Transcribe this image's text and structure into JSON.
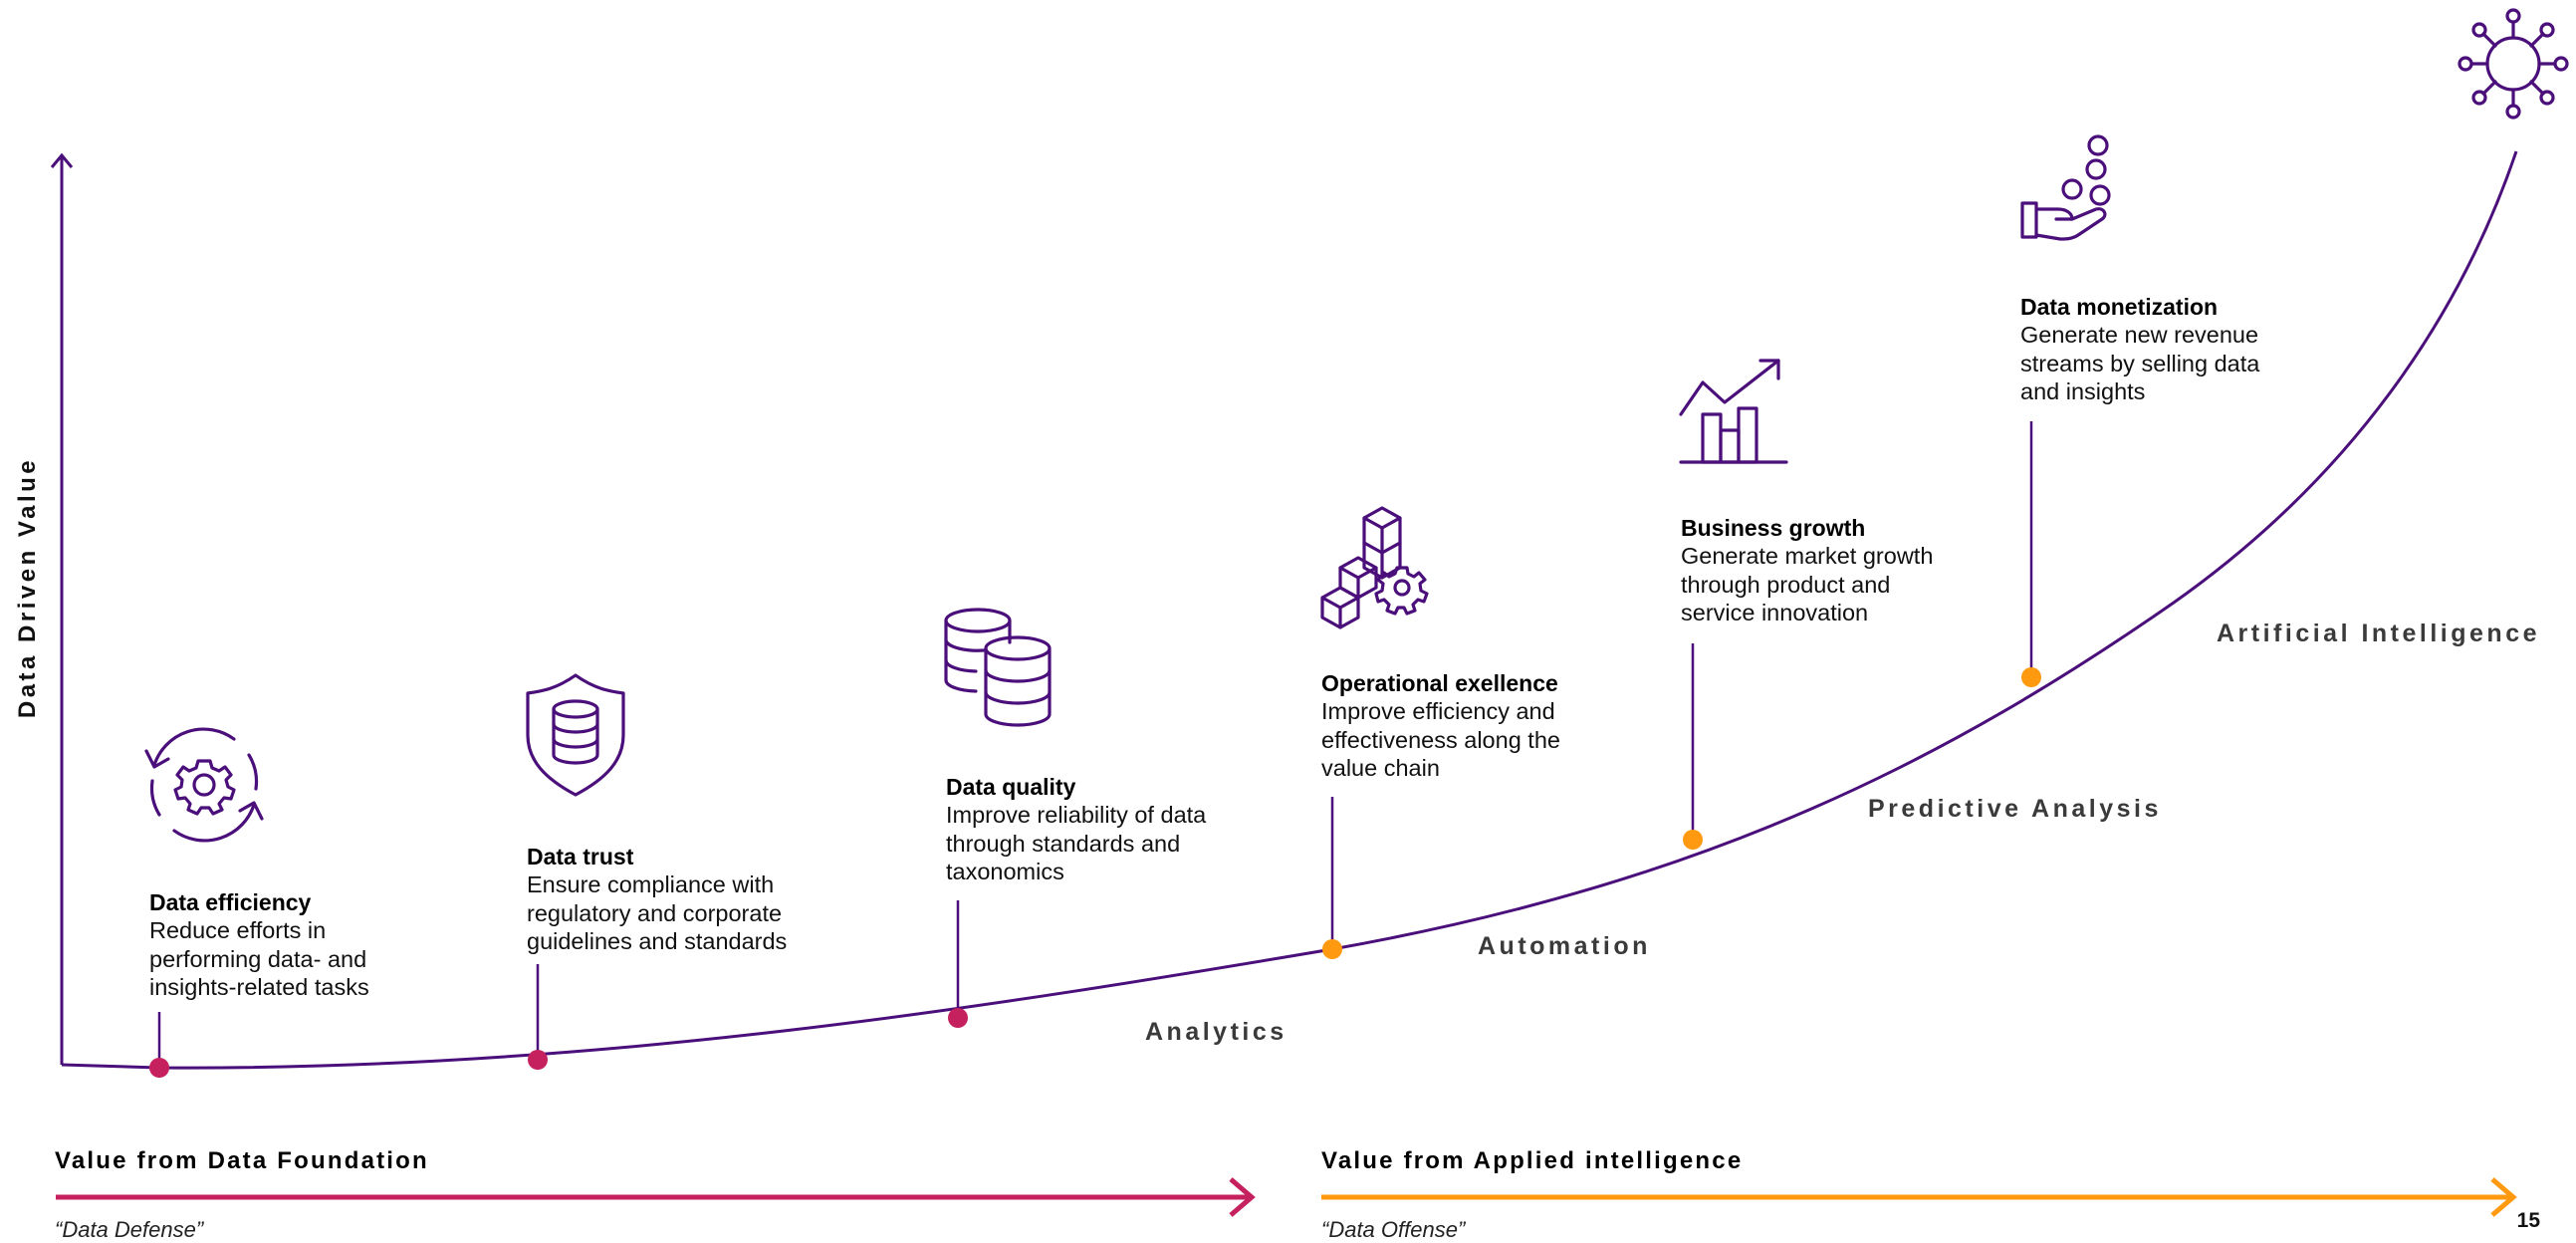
{
  "axis": {
    "y_label": "Data Driven Value"
  },
  "stages": {
    "analytics": "Analytics",
    "automation": "Automation",
    "predictive": "Predictive Analysis",
    "ai": "Artificial Intelligence"
  },
  "items": [
    {
      "title": "Data efficiency",
      "desc": "Reduce efforts in performing data- and insights-related tasks",
      "icon": "sync-gear-icon",
      "group": "foundation"
    },
    {
      "title": "Data trust",
      "desc": "Ensure compliance with regulatory and corporate guidelines and standards",
      "icon": "shield-database-icon",
      "group": "foundation"
    },
    {
      "title": "Data quality",
      "desc": "Improve reliability of data through standards and taxonomics",
      "icon": "databases-icon",
      "group": "foundation"
    },
    {
      "title": "Operational exellence",
      "desc": "Improve efficiency and effectiveness along the value chain",
      "icon": "blocks-gear-icon",
      "group": "applied"
    },
    {
      "title": "Business growth",
      "desc": "Generate market growth through product and service innovation",
      "icon": "growth-chart-icon",
      "group": "applied"
    },
    {
      "title": "Data monetization",
      "desc": "Generate new revenue streams by selling data and insights",
      "icon": "hand-coins-icon",
      "group": "applied"
    }
  ],
  "bottom": {
    "foundation_label": "Value from Data Foundation",
    "foundation_sub": "“Data Defense”",
    "applied_label": "Value from Applied intelligence",
    "applied_sub": "“Data Offense”"
  },
  "page_number": "15",
  "colors": {
    "curve": "#4a0f7a",
    "foundation": "#c4215e",
    "applied": "#ff9a10",
    "icon": "#4a0f7a"
  }
}
